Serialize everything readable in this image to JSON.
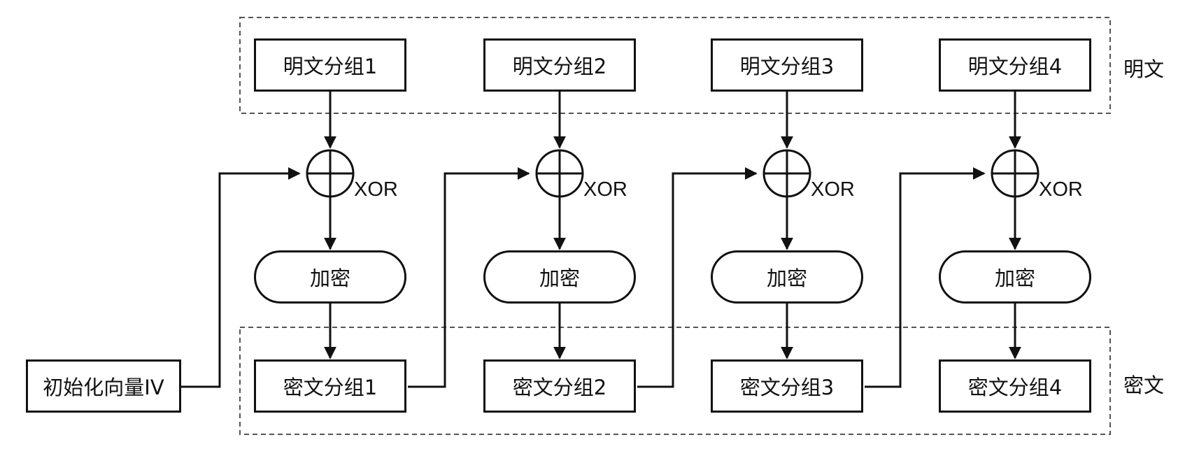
{
  "diagram": {
    "iv_label": "初始化向量IV",
    "plaintext_group_label": "明文",
    "ciphertext_group_label": "密文",
    "stages": [
      {
        "plain": "明文分组1",
        "xor": "XOR",
        "encrypt": "加密",
        "cipher": "密文分组1"
      },
      {
        "plain": "明文分组2",
        "xor": "XOR",
        "encrypt": "加密",
        "cipher": "密文分组2"
      },
      {
        "plain": "明文分组3",
        "xor": "XOR",
        "encrypt": "加密",
        "cipher": "密文分组3"
      },
      {
        "plain": "明文分组4",
        "xor": "XOR",
        "encrypt": "加密",
        "cipher": "密文分组4"
      }
    ]
  }
}
